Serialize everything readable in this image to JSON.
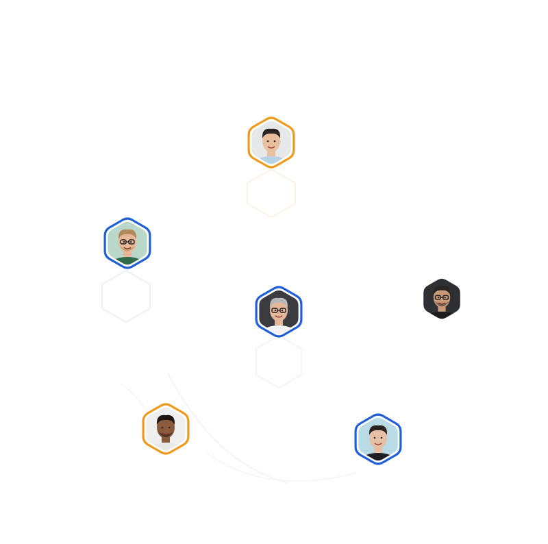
{
  "colors": {
    "orange": "#ee9a1d",
    "blue": "#1f5fd6",
    "ghost_outline": "#eef0f5",
    "ghost_orange": "#fbe9cf",
    "connector": "#f3f4f7"
  },
  "avatars": [
    {
      "name": "avatar-young-man-light-tshirt",
      "ring": "orange",
      "bg": "#e6e8ea",
      "skin": "#e9bfa0",
      "hair": "#2c2420",
      "shirt": "#b8d3e6",
      "glasses": false,
      "beard": false
    },
    {
      "name": "avatar-man-blond-glasses",
      "ring": "blue",
      "bg": "#b9d8c9",
      "skin": "#e8b898",
      "hair": "#b08a5b",
      "shirt": "#2f6b4a",
      "glasses": true,
      "beard": true
    },
    {
      "name": "avatar-man-gray-hair-glasses",
      "ring": "blue",
      "bg": "#3a3c3f",
      "skin": "#e4b79b",
      "hair": "#b8b8b8",
      "shirt": "#f4f4f4",
      "glasses": true,
      "beard": false
    },
    {
      "name": "avatar-man-dark-bald-glasses",
      "ring": "none",
      "bg": "#2e3034",
      "skin": "#c99a7a",
      "hair": "#2a2522",
      "shirt": "#1c1c1e",
      "glasses": true,
      "beard": true
    },
    {
      "name": "avatar-man-dark-skin",
      "ring": "orange",
      "bg": "#efefef",
      "skin": "#8a5a3c",
      "hair": "#1c1512",
      "shirt": "#e8e8e8",
      "glasses": false,
      "beard": true
    },
    {
      "name": "avatar-young-man-dark-shirt",
      "ring": "blue",
      "bg": "#b9dbe6",
      "skin": "#e6c0a6",
      "hair": "#2b2320",
      "shirt": "#1e1e22",
      "glasses": false,
      "beard": false
    }
  ]
}
